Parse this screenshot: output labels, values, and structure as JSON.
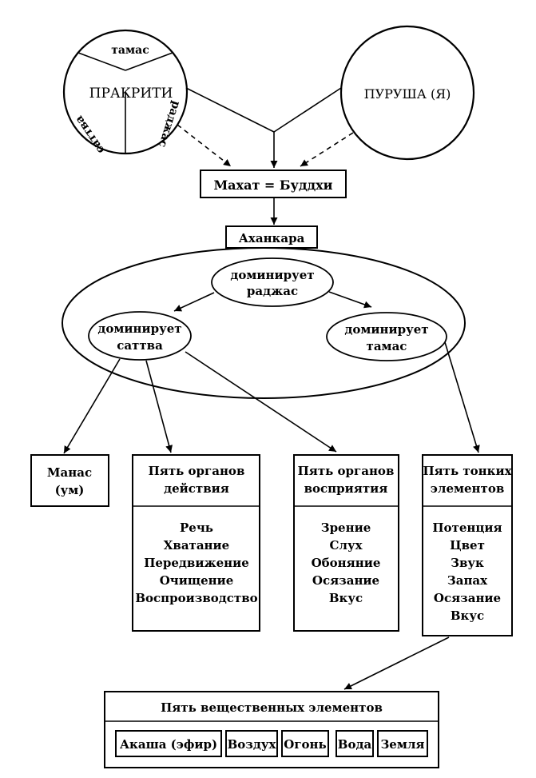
{
  "prakriti": {
    "label": "ПРАКРИТИ",
    "sectors": [
      "тамас",
      "саттва",
      "раджас"
    ]
  },
  "purusha": {
    "label": "ПУРУША (Я)"
  },
  "mahat": {
    "label": "Махат = Буддхи"
  },
  "ahankara": {
    "label": "Аханкара",
    "rajas": [
      "доминирует",
      "раджас"
    ],
    "sattva": [
      "доминирует",
      "саттва"
    ],
    "tamas": [
      "доминирует",
      "тамас"
    ]
  },
  "manas": {
    "lines": [
      "Манас",
      "(ум)"
    ]
  },
  "action_organs": {
    "title": [
      "Пять органов",
      "действия"
    ],
    "items": [
      "Речь",
      "Хватание",
      "Передвижение",
      "Очищение",
      "Воспроизводство"
    ]
  },
  "perception_organs": {
    "title": [
      "Пять органов",
      "восприятия"
    ],
    "items": [
      "Зрение",
      "Слух",
      "Обоняние",
      "Осязание",
      "Вкус"
    ]
  },
  "subtle_elements": {
    "title": [
      "Пять тонких",
      "элементов"
    ],
    "items": [
      "Потенция",
      "Цвет",
      "Звук",
      "Запах",
      "Осязание",
      "Вкус"
    ]
  },
  "gross_elements": {
    "title": "Пять вещественных элементов",
    "items": [
      "Акаша (эфир)",
      "Воздух",
      "Огонь",
      "Вода",
      "Земля"
    ]
  }
}
